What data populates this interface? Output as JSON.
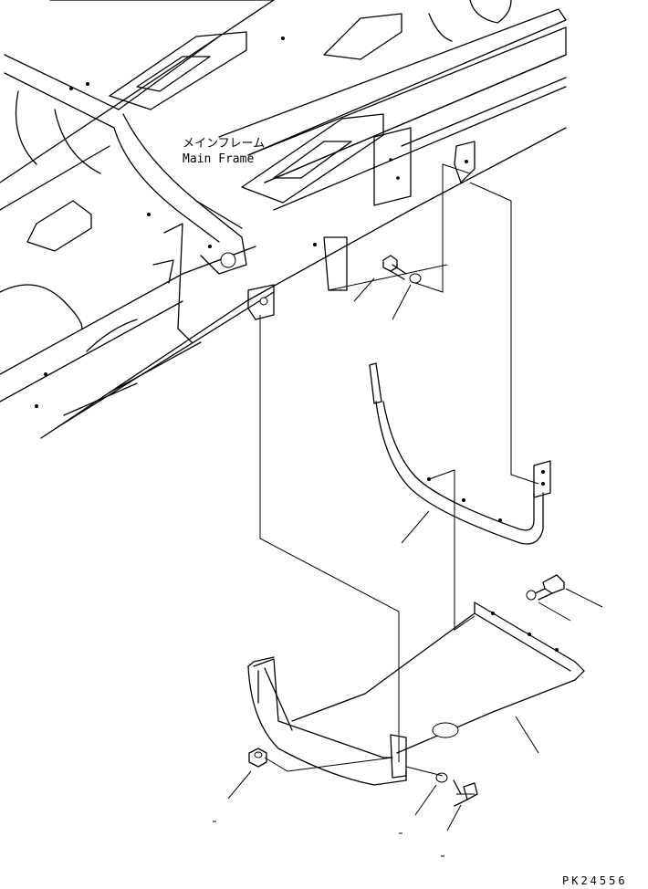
{
  "labels": {
    "main_frame_jp": "メインフレーム",
    "main_frame_en": "Main Frame"
  },
  "drawing_code": "PK24556"
}
